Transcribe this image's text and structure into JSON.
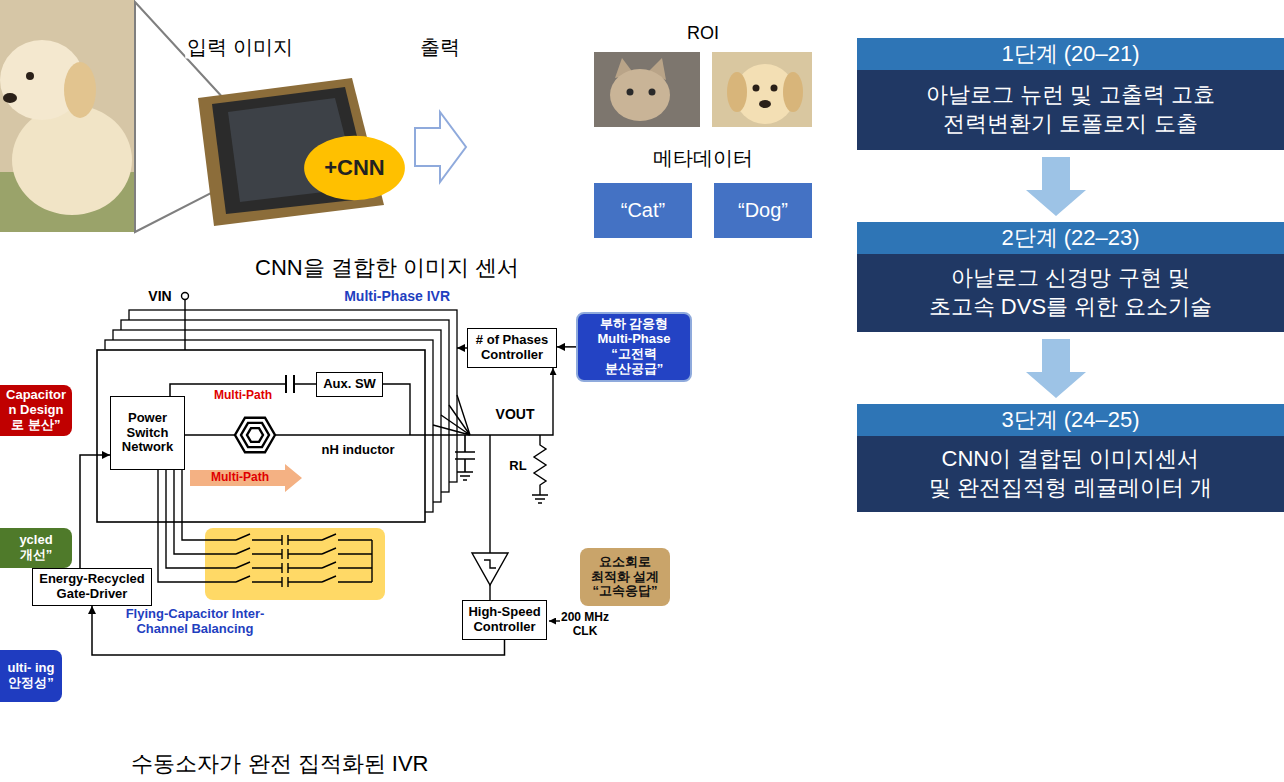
{
  "diagram": {
    "nodes": [
      {
        "text": [
          "+CNN"
        ]
      },
      {
        "text": [
          "“Cat”"
        ]
      },
      {
        "text": [
          "“Dog”"
        ]
      },
      {
        "text": [
          "1단계 (20–21)",
          "아날로그 뉴런 및 고출력 고효 전력변환기 토폴로지 도출"
        ]
      },
      {
        "text": [
          "2단계 (22–23)",
          "아날로그 신경망 구현 및 초고속 DVS를 위한 요소기술"
        ]
      },
      {
        "text": [
          "3단계 (24–25)",
          "CNN이 결합된 이미지센서 및 완전집적형 레귤레이터 개"
        ]
      },
      {
        "text": [
          "Multi-Phase IVR"
        ]
      },
      {
        "text": [
          "Power Switch Network"
        ],
        "in": 6
      },
      {
        "text": [
          "Aux. SW"
        ],
        "in": 6
      },
      {
        "text": [
          "# of Phases Controller"
        ]
      },
      {
        "text": [
          "부하 감응형 Multi-Phase “고전력 분산공급”"
        ]
      },
      {
        "text": [
          "Capacitor n Design 로 분산”"
        ]
      },
      {
        "text": [
          "ycled 개선”"
        ]
      },
      {
        "text": [
          "요소회로 최적화 설계 “고속응답”"
        ]
      },
      {
        "text": [
          "Energy-Recycled Gate-Driver"
        ]
      },
      {
        "text": [
          "High-Speed Controller"
        ]
      },
      {
        "text": [
          "ulti- ing 안정성”"
        ]
      }
    ],
    "edges": [
      {
        "from": 3,
        "to": 4,
        "arrow": "to"
      },
      {
        "from": 4,
        "to": 5,
        "arrow": "to"
      },
      {
        "from": 9,
        "to": 6,
        "arrow": "to"
      },
      {
        "from": 10,
        "to": 9,
        "arrow": "to"
      },
      {
        "from": 15,
        "to": 14,
        "arrow": "to"
      },
      {
        "from": 14,
        "to": 7,
        "arrow": "to"
      },
      {
        "from": 7,
        "to": 8,
        "label": "Multi-Path",
        "arrow": "none"
      }
    ],
    "labels": [
      "입력 이미지",
      "출력",
      "ROI",
      "메타데이터",
      "CNN을 결합한 이미지 센서",
      "VIN",
      "Multi-Path",
      "nH inductor",
      "VOUT",
      "RL",
      "200 MHz CLK",
      "Flying-Capacitor Inter-Channel Balancing",
      "수동소자가 완전 집적화된 IVR"
    ]
  }
}
